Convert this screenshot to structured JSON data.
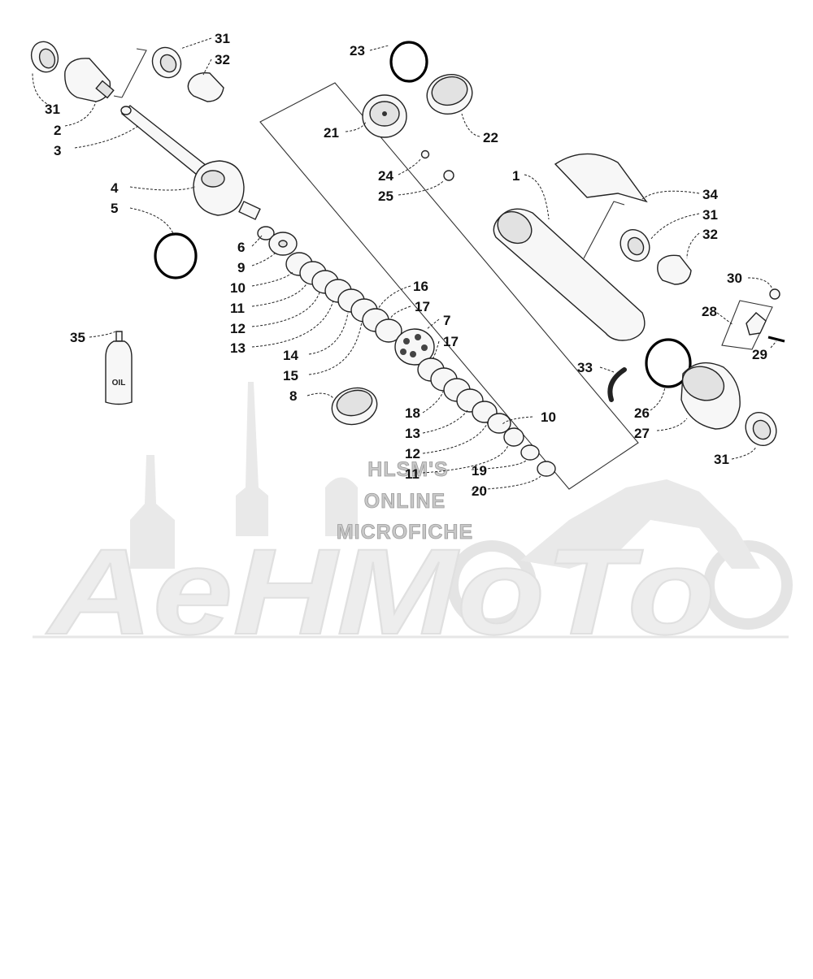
{
  "watermark": {
    "line1": "HLSM'S",
    "line2": "ONLINE",
    "line3": "MICROFICHE",
    "brand": "AeHMoTo"
  },
  "bottle": {
    "label": "OIL"
  },
  "callouts": {
    "c31a": "31",
    "c32a": "32",
    "c31b": "31",
    "c2": "2",
    "c3": "3",
    "c4": "4",
    "c5": "5",
    "c6": "6",
    "c9": "9",
    "c10a": "10",
    "c11a": "11",
    "c12a": "12",
    "c13a": "13",
    "c14": "14",
    "c15": "15",
    "c16": "16",
    "c17a": "17",
    "c7": "7",
    "c17b": "17",
    "c8": "8",
    "c18": "18",
    "c13b": "13",
    "c12b": "12",
    "c11b": "11",
    "c10b": "10",
    "c19": "19",
    "c20": "20",
    "c23": "23",
    "c21": "21",
    "c22": "22",
    "c24": "24",
    "c25": "25",
    "c1": "1",
    "c34": "34",
    "c31c": "31",
    "c32b": "32",
    "c30": "30",
    "c28": "28",
    "c29": "29",
    "c33": "33",
    "c26": "26",
    "c27": "27",
    "c31d": "31",
    "c35": "35"
  }
}
